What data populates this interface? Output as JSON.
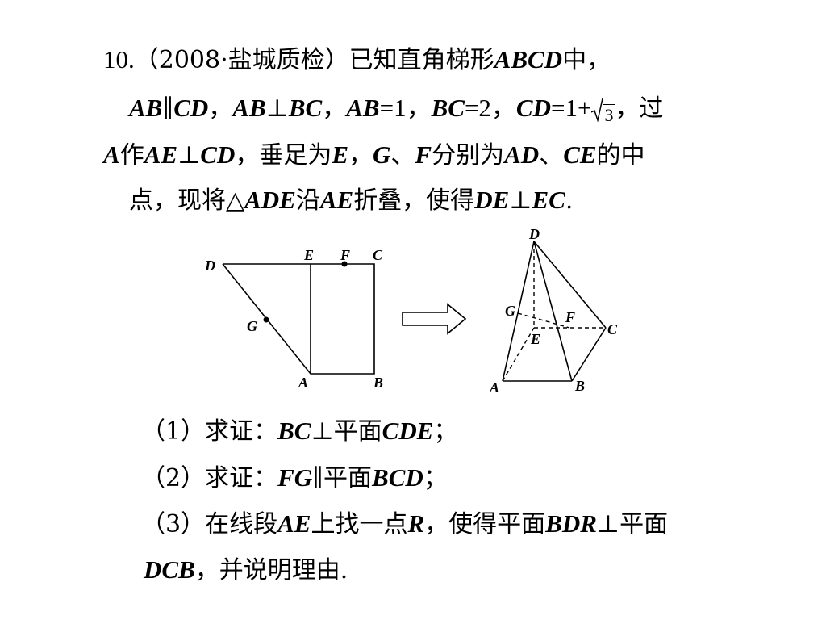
{
  "problem": {
    "number": "10.",
    "source": "（2008·盐城质检）",
    "l1_t1": "已知直角梯形",
    "l1_v1": "ABCD",
    "l1_t2": "中，",
    "l2_v1": "AB",
    "l2_t1": "∥",
    "l2_v2": "CD",
    "l2_t2": "，",
    "l2_v3": "AB",
    "l2_t3": "⊥",
    "l2_v4": "BC",
    "l2_t4": "，",
    "l2_v5": "AB",
    "l2_t5": "=1，",
    "l2_v6": "BC",
    "l2_t6": "=2，",
    "l2_v7": "CD",
    "l2_t7": "=1+",
    "l2_sqrt": "3",
    "l2_t8": "，过",
    "l3_v1": "A",
    "l3_t1": "作",
    "l3_v2": "AE",
    "l3_t2": "⊥",
    "l3_v3": "CD",
    "l3_t3": "，垂足为",
    "l3_v4": "E",
    "l3_t4": "，",
    "l3_v5": "G",
    "l3_t5": "、",
    "l3_v6": "F",
    "l3_t6": "分别为",
    "l3_v7": "AD",
    "l3_t7": "、",
    "l3_v8": "CE",
    "l3_t8": "的中",
    "l4_t1": "点，现将△",
    "l4_v1": "ADE",
    "l4_t2": "沿",
    "l4_v2": "AE",
    "l4_t3": "折叠，使得",
    "l4_v3": "DE",
    "l4_t4": "⊥",
    "l4_v4": "EC",
    "l4_t5": "."
  },
  "questions": {
    "q1_t1": "（1）求证：",
    "q1_v1": "BC",
    "q1_t2": "⊥平面",
    "q1_v2": "CDE",
    "q1_t3": "；",
    "q2_t1": "（2）求证：",
    "q2_v1": "FG",
    "q2_t2": "∥平面",
    "q2_v2": "BCD",
    "q2_t3": "；",
    "q3_t1": "（3）在线段",
    "q3_v1": "AE",
    "q3_t2": "上找一点",
    "q3_v2": "R",
    "q3_t3": "，使得平面",
    "q3_v3": "BDR",
    "q3_t4": "⊥平面",
    "q4_v1": "DCB",
    "q4_t1": "，并说明理由."
  },
  "figure": {
    "left_labels": {
      "D": "D",
      "E": "E",
      "F": "F",
      "C": "C",
      "G": "G",
      "A": "A",
      "B": "B"
    },
    "right_labels": {
      "D": "D",
      "G": "G",
      "F": "F",
      "C": "C",
      "E": "E",
      "A": "A",
      "B": "B"
    },
    "arrow_icon": "right-arrow-icon"
  }
}
